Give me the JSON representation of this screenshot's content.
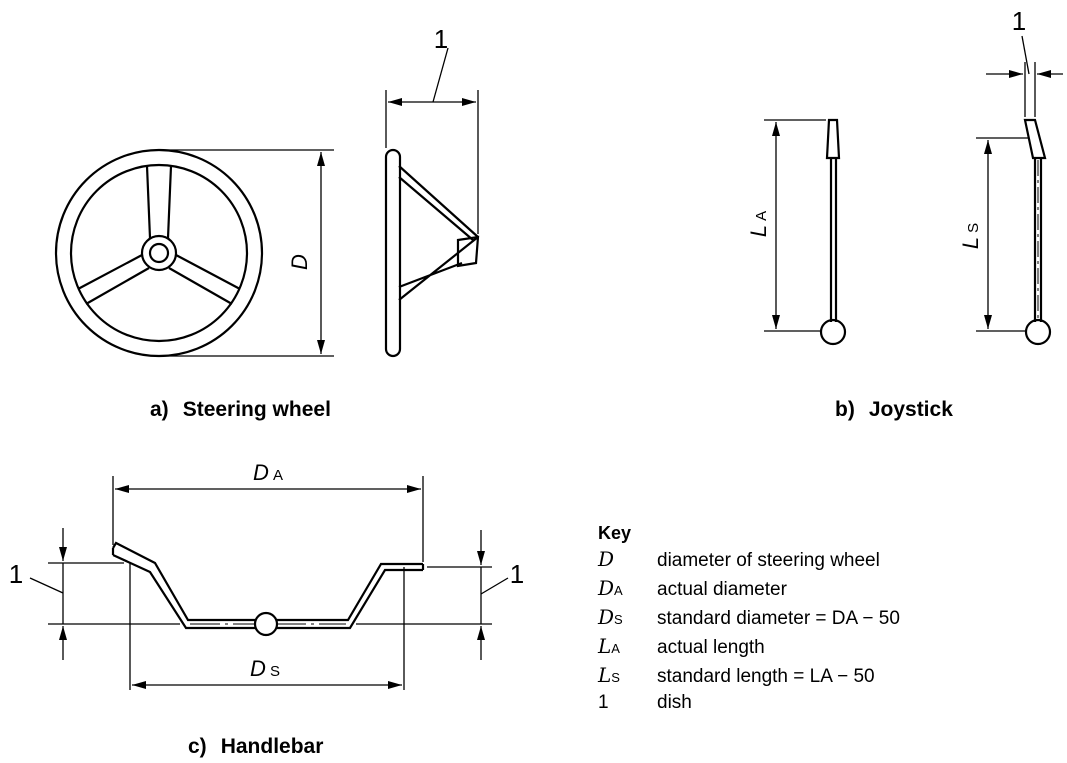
{
  "captions": {
    "a": {
      "letter": "a)",
      "label": "Steering wheel"
    },
    "b": {
      "letter": "b)",
      "label": "Joystick"
    },
    "c": {
      "letter": "c)",
      "label": "Handlebar"
    }
  },
  "dimensions": {
    "wheel_dish": "1",
    "wheel_d": "D",
    "joystick_dish": "1",
    "joystick_la_sym": "L",
    "joystick_la_sub": "A",
    "joystick_ls_sym": "L",
    "joystick_ls_sub": "S",
    "handlebar_da_sym": "D",
    "handlebar_da_sub": "A",
    "handlebar_ds_sym": "D",
    "handlebar_ds_sub": "S",
    "handlebar_dish_left": "1",
    "handlebar_dish_right": "1"
  },
  "key": {
    "title": "Key",
    "items": [
      {
        "symbol": "D",
        "sub": "",
        "description": "diameter of steering wheel"
      },
      {
        "symbol": "D",
        "sub": "A",
        "description": "actual diameter"
      },
      {
        "symbol": "D",
        "sub": "S",
        "description": "standard diameter = DA − 50"
      },
      {
        "symbol": "L",
        "sub": "A",
        "description": "actual length"
      },
      {
        "symbol": "L",
        "sub": "S",
        "description": "standard length = LA − 50"
      },
      {
        "symbol": "1",
        "sub": "",
        "description": "dish"
      }
    ]
  }
}
